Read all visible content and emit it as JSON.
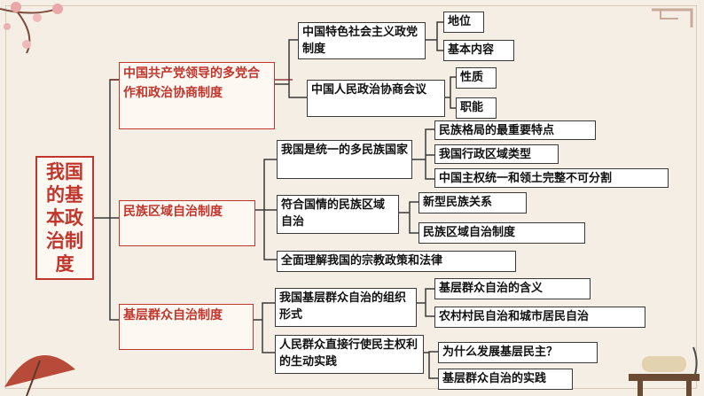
{
  "root": "我国的基本政治制度",
  "branches": [
    {
      "label": "中国共产党领导的多党合作和政治协商制度",
      "children": [
        {
          "label": "中国特色社会主义政党制度",
          "children": [
            "地位",
            "基本内容"
          ]
        },
        {
          "label": "中国人民政治协商会议",
          "children": [
            "性质",
            "职能"
          ]
        }
      ]
    },
    {
      "label": "民族区域自治制度",
      "children": [
        {
          "label": "我国是统一的多民族国家",
          "children": [
            "民族格局的最重要特点",
            "我国行政区域类型",
            "中国主权统一和领土完整不可分割"
          ]
        },
        {
          "label": "符合国情的民族区域自治",
          "children": [
            "新型民族关系",
            "民族区域自治制度"
          ]
        },
        {
          "label": "全面理解我国的宗教政策和法律",
          "children": []
        }
      ]
    },
    {
      "label": "基层群众自治制度",
      "children": [
        {
          "label": "我国基层群众自治的组织形式",
          "children": [
            "基层群众自治的含义",
            "农村村民自治和城市居民自治"
          ]
        },
        {
          "label": "人民群众直接行使民主权利的生动实践",
          "children": [
            "为什么发展基层民主？",
            "基层群众自治的实践"
          ]
        }
      ]
    }
  ],
  "colors": {
    "accent": "#c0362c",
    "line": "#3a3a3a",
    "background": "#f4eee4"
  }
}
